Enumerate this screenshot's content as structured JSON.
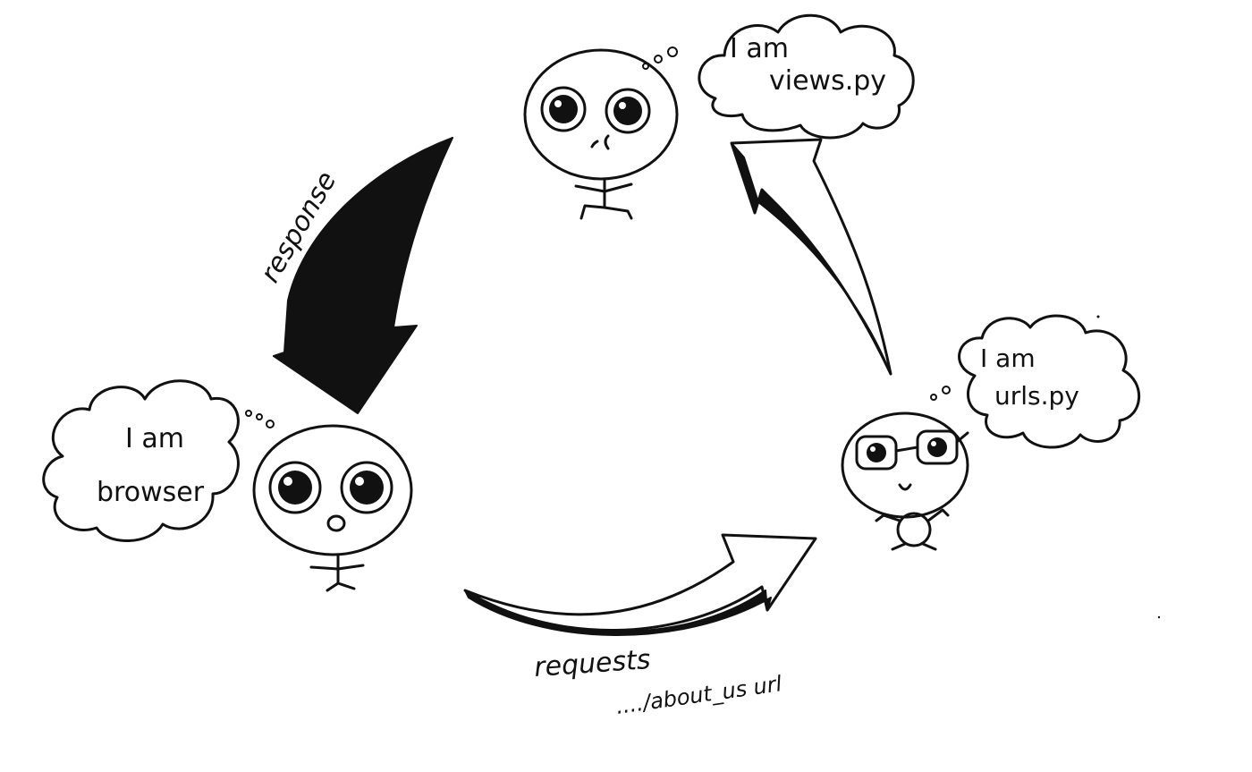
{
  "characters": {
    "views": {
      "thought_line1": "I am",
      "thought_line2": "views.py"
    },
    "urls": {
      "thought_line1": "I am",
      "thought_line2": "urls.py"
    },
    "browser": {
      "thought_line1": "I am",
      "thought_line2": "browser"
    }
  },
  "arrows": {
    "response": {
      "label": "response"
    },
    "request": {
      "label": "requests",
      "url_label": "..../about_us url"
    },
    "to_views": {
      "label": ""
    }
  },
  "colors": {
    "ink": "#111111",
    "paper": "#ffffff"
  }
}
